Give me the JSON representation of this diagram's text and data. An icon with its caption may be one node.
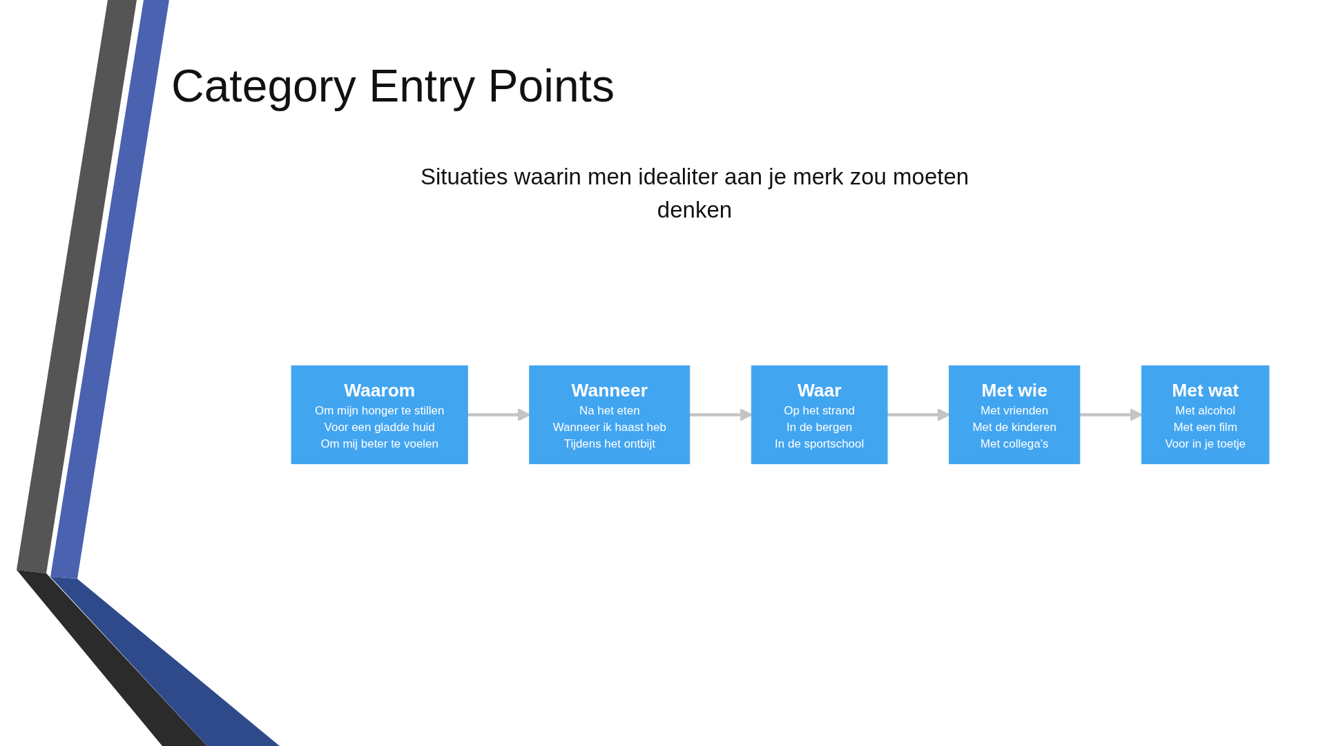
{
  "diagram": {
    "title": "Category Entry Points",
    "nodes": [
      {
        "text": [
          "Wanneer",
          "Na het eten",
          "Wanneer ik haast heb",
          "Tijdens het ontbijt"
        ]
      },
      {
        "text": [
          "Waar",
          "Op het strand",
          "In de bergen",
          "In de sportschool"
        ]
      },
      {
        "text": [
          "Waarom",
          "Om mijn honger te stillen",
          "Voor een gladde huid",
          "Om mij beter te voelen"
        ]
      },
      {
        "text": [
          "Met wat",
          "Met alcohol",
          "Met een film",
          "Voor in je toetje"
        ]
      },
      {
        "text": [
          "Met wie",
          "Met vrienden",
          "Met de kinderen",
          "Met collega’s"
        ]
      }
    ],
    "edges": [
      {
        "from": 2,
        "to": 0,
        "arrow": "to"
      },
      {
        "from": 0,
        "to": 1,
        "arrow": "to"
      },
      {
        "from": 1,
        "to": 4,
        "arrow": "to"
      },
      {
        "from": 4,
        "to": 3,
        "arrow": "to"
      }
    ],
    "labels": [
      "Situaties waarin men idealiter aan je merk zou moeten denken"
    ]
  }
}
